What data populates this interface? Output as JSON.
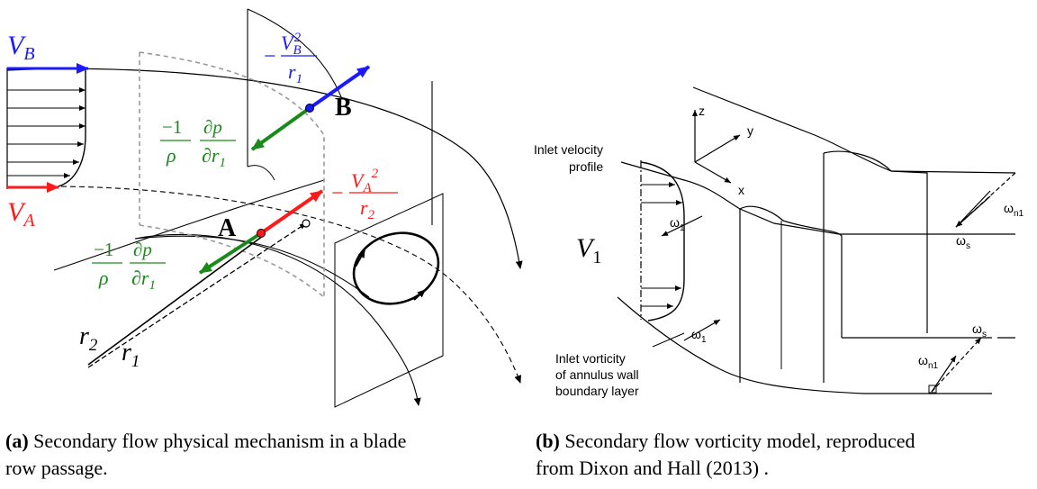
{
  "figure_a": {
    "label_VB_main": "V",
    "label_VB_sub": "B",
    "label_VA_main": "V",
    "label_VA_sub": "A",
    "point_A": "A",
    "point_B": "B",
    "minus": "−",
    "fracB_num_main": "V",
    "fracB_num_sub": "B",
    "fracB_num_sup": "2",
    "fracB_den_main": "r",
    "fracB_den_sub": "1",
    "fracA_num_main": "V",
    "fracA_num_sub": "A",
    "fracA_num_sup": "2",
    "fracA_den_main": "r",
    "fracA_den_sub": "2",
    "pg_num1": "−1",
    "pg_den1": "ρ",
    "pg_num2": "∂p",
    "pg_den2_main": "∂r",
    "pg_den2_sub": "1",
    "r2_main": "r",
    "r2_sub": "2",
    "r1_main": "r",
    "r1_sub": "1",
    "colors": {
      "blue": "#1a1aff",
      "red": "#ff1a1a",
      "green": "#1a8a1a",
      "grey": "#9a9a9a"
    }
  },
  "figure_b": {
    "inlet_velocity_line1": "Inlet velocity",
    "inlet_velocity_line2": "profile",
    "axis_z": "z",
    "axis_y": "y",
    "axis_x": "x",
    "V1_main": "V",
    "V1_sub": "1",
    "omega1_main": "ω",
    "omega1_sub": "1",
    "omega_n1_main": "ω",
    "omega_n1_sub": "n1",
    "omega_s_main": "ω",
    "omega_s_sub": "s",
    "inlet_vorticity_line1": "Inlet vorticity",
    "inlet_vorticity_line2": "of annulus wall",
    "inlet_vorticity_line3": "boundary layer"
  },
  "captions": {
    "a_tag": "(a)",
    "a_line1": " Secondary flow physical mechanism in a blade",
    "a_line2": "row passage.",
    "b_tag": "(b)",
    "b_line1": " Secondary flow vorticity model, reproduced",
    "b_line2": "from Dixon and Hall (2013) ."
  }
}
